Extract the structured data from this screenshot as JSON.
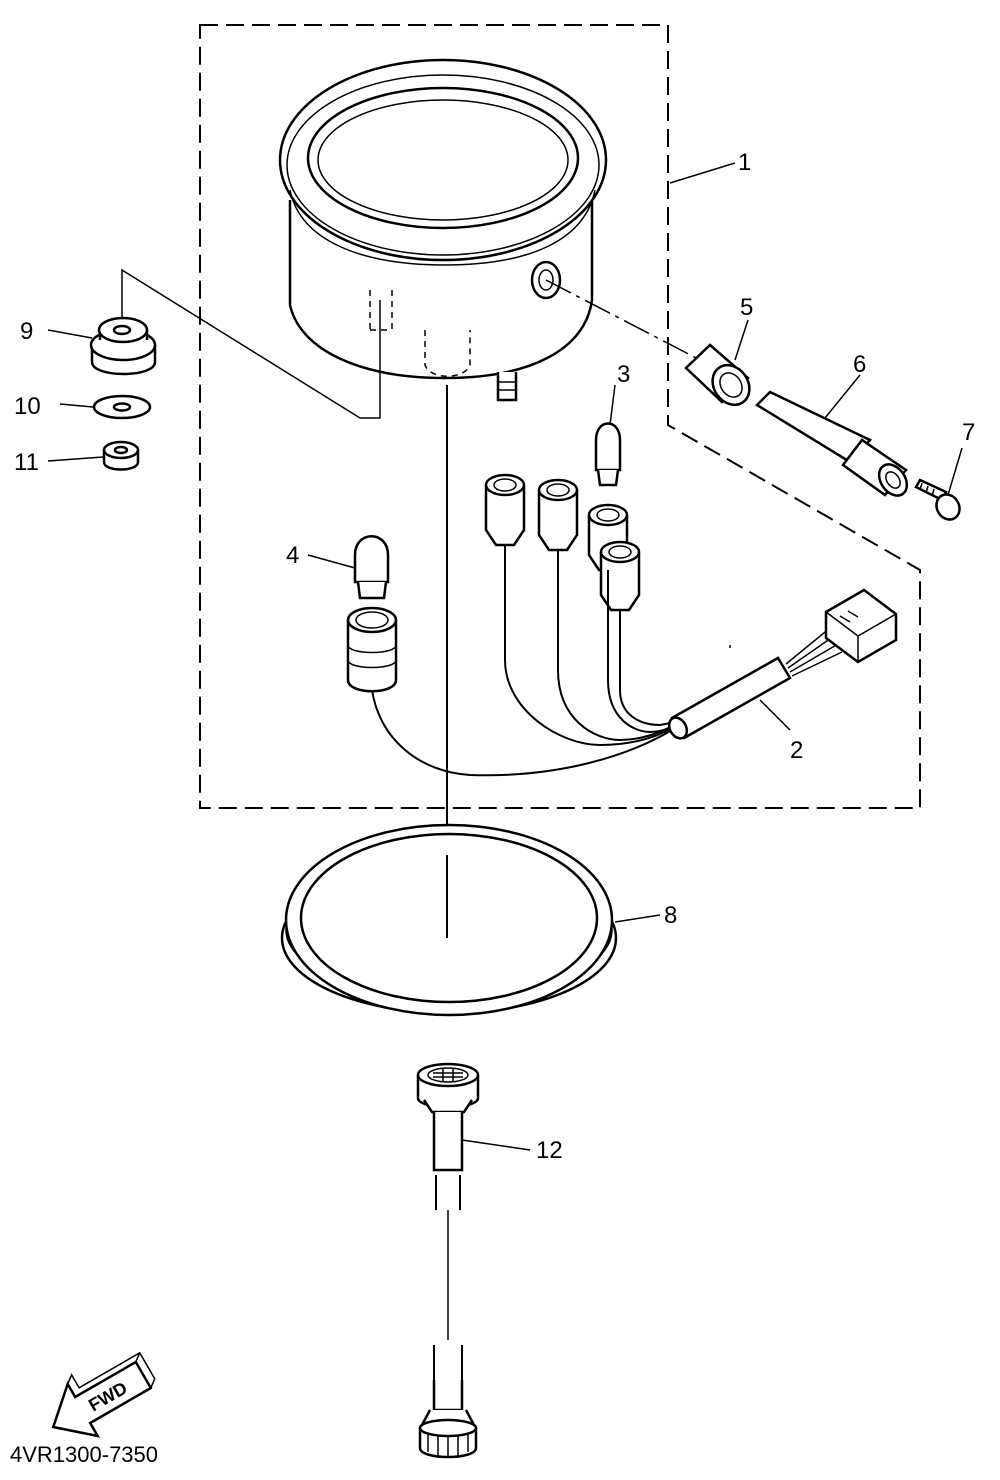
{
  "callouts": {
    "c1": "1",
    "c2": "2",
    "c3": "3",
    "c4": "4",
    "c5": "5",
    "c6": "6",
    "c7": "7",
    "c8": "8",
    "c9": "9",
    "c10": "10",
    "c11": "11",
    "c12": "12"
  },
  "fwd_label": "FWD",
  "diagram_code": "4VR1300-7350"
}
